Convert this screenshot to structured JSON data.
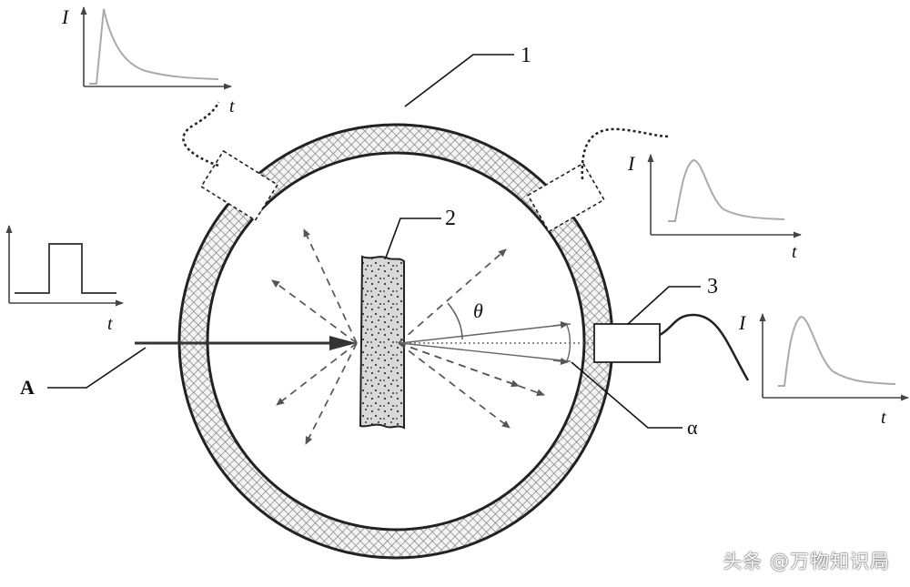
{
  "labels": {
    "ring": "1",
    "sample": "2",
    "detector": "3",
    "beam": "A",
    "angle": "α",
    "theta": "θ"
  },
  "axes": {
    "intensity": "I",
    "time": "t"
  },
  "watermark": "头条 @万物知识局"
}
